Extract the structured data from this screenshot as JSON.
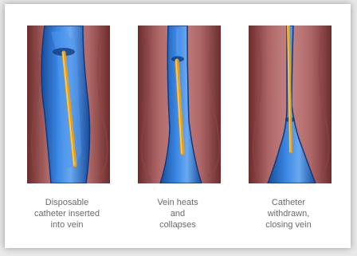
{
  "steps": [
    {
      "caption_lines": [
        "Disposable",
        "catheter inserted",
        "into vein"
      ]
    },
    {
      "caption_lines": [
        "Vein heats",
        "and",
        "collapses"
      ]
    },
    {
      "caption_lines": [
        "Catheter",
        "withdrawn,",
        "closing vein"
      ]
    }
  ],
  "colors": {
    "tissue": "#a85a5a",
    "tissue_dark": "#7a3636",
    "vein": "#2f78d6",
    "vein_dark": "#174c9c",
    "catheter": "#e2a020",
    "caption_text": "#6b6b6b",
    "background": "#ffffff"
  }
}
